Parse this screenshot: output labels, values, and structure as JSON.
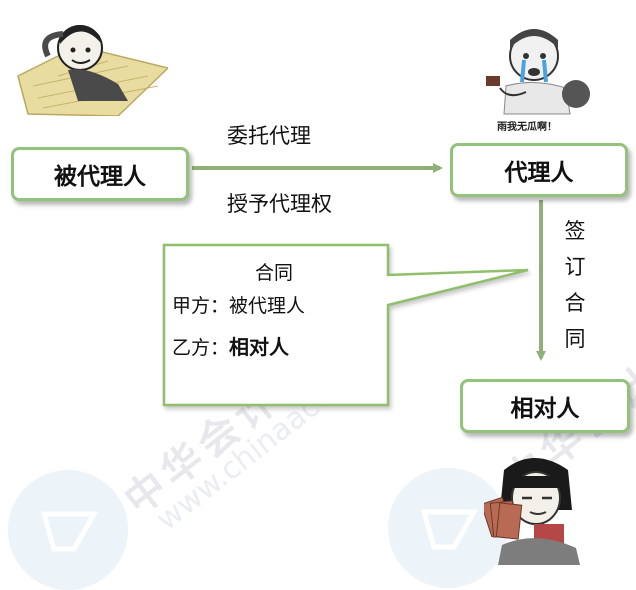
{
  "nodes": {
    "principal": "被代理人",
    "agent": "代理人",
    "counterparty": "相对人"
  },
  "edges": {
    "entrust_label": "委托代理",
    "authorize_label": "授予代理权",
    "sign_contract_label": "签订合同"
  },
  "contract_callout": {
    "title": "合同",
    "party_a_label": "甲方：",
    "party_a_value": "被代理人",
    "party_b_label": "乙方：",
    "party_b_value": "相对人"
  },
  "stickers": {
    "agent_caption": "雨我无瓜啊！"
  },
  "watermark": {
    "text": "中华会计",
    "url": "www.chinaacc"
  },
  "colors": {
    "node_border": "#93c27a",
    "arrow": "#8fb178",
    "callout_border": "#8fbf6a"
  }
}
